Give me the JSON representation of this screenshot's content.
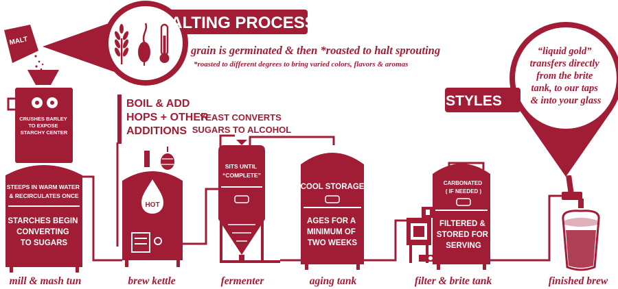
{
  "malting": {
    "title": "MALTING PROCESS",
    "line1": "grain is germinated & then *roasted to halt sprouting",
    "line2": "*roasted to different degrees to bring varied colors, flavors & aromas",
    "bag_label": "MALT",
    "icons": [
      "wheat-icon",
      "sprout-icon",
      "thermometer-icon"
    ]
  },
  "styles": {
    "label": "STYLES",
    "bubble": [
      "“liquid gold”",
      "transfers directly",
      "from the brite",
      "tank, to our taps",
      "& into your glass"
    ]
  },
  "mill": {
    "mill_text": [
      "CRUSHES BARLEY",
      "TO EXPOSE",
      "STARCHY CENTER"
    ],
    "steep_text": [
      "STEEPS IN WARM WATER",
      "& RECIRCULATES ONCE"
    ],
    "main_text": [
      "STARCHES BEGIN",
      "CONVERTING",
      "TO SUGARS"
    ],
    "label": "mill & mash tun"
  },
  "kettle": {
    "heading": [
      "BOIL & ADD",
      "HOPS + OTHER",
      "ADDITIONS"
    ],
    "drop_text": "HOT",
    "label": "brew kettle",
    "icon": "hop-icon"
  },
  "fermenter": {
    "heading": [
      "YEAST CONVERTS",
      "SUGARS TO ALCOHOL"
    ],
    "tank_text": [
      "SITS UNTIL",
      "“COMPLETE”"
    ],
    "label": "fermenter"
  },
  "aging": {
    "top_text": "(COOL STORAGE)",
    "main_text": [
      "AGES FOR A",
      "MINIMUM OF",
      "TWO WEEKS"
    ],
    "label": "aging tank"
  },
  "brite": {
    "top_text": [
      "CARBONATED",
      "( IF NEEDED )"
    ],
    "main_text": [
      "FILTERED &",
      "STORED FOR",
      "SERVING"
    ],
    "label": "filter & brite tank"
  },
  "finished": {
    "label": "finished brew"
  },
  "colors": {
    "primary": "#a11d36",
    "background": "#ffffff"
  }
}
